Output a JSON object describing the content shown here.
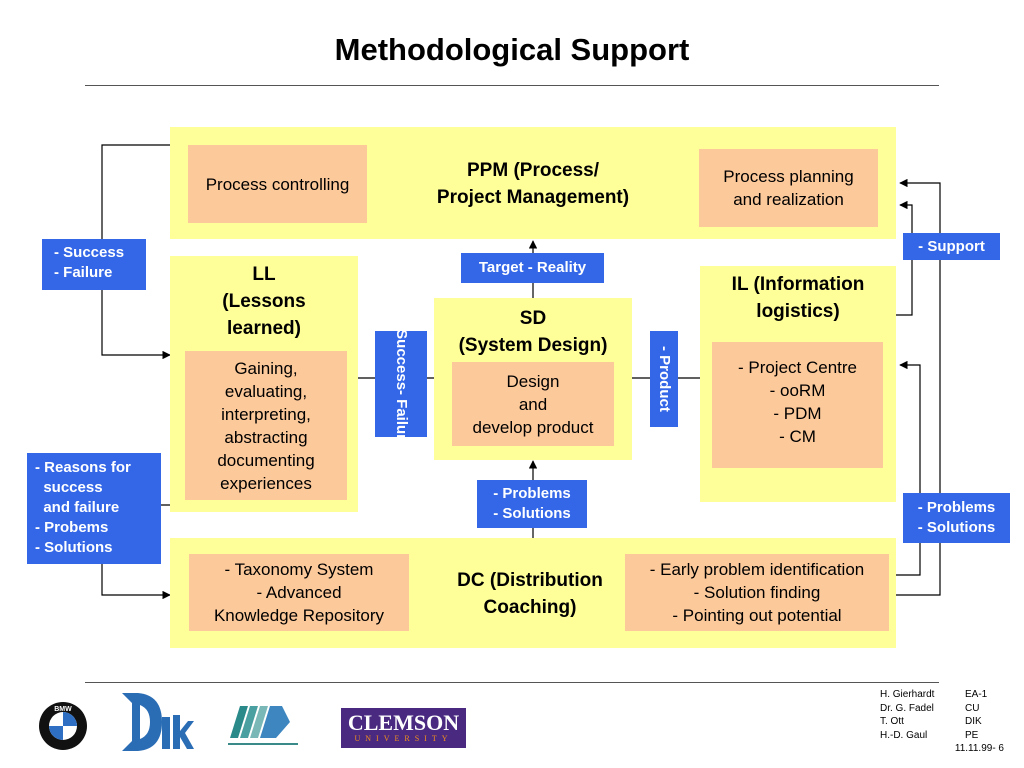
{
  "title": "Methodological Support",
  "ppm": {
    "heading": [
      "PPM (Process/",
      "Project Management)"
    ],
    "left_box": [
      "Process controlling"
    ],
    "right_box": [
      "Process planning",
      "and realization"
    ]
  },
  "ll": {
    "heading": [
      "LL",
      "(Lessons",
      "learned)"
    ],
    "box": [
      "Gaining,",
      "evaluating,",
      "interpreting,",
      "abstracting",
      "documenting",
      "experiences"
    ]
  },
  "sd": {
    "heading": [
      "SD",
      "(System Design)"
    ],
    "box": [
      "Design",
      "and",
      "develop product"
    ]
  },
  "il": {
    "heading": [
      "IL (Information",
      "logistics)"
    ],
    "box": [
      "- Project Centre",
      "- ooRM",
      "- PDM",
      "- CM"
    ]
  },
  "dc": {
    "heading": [
      "DC (Distribution",
      "Coaching)"
    ],
    "left_box": [
      "- Taxonomy System",
      "- Advanced",
      "Knowledge Repository"
    ],
    "right_box": [
      "- Early problem identification",
      "- Solution finding",
      "- Pointing out potential"
    ]
  },
  "labels": {
    "target_reality": "Target - Reality",
    "success_failure_left": [
      "- Success",
      "- Failure"
    ],
    "success_failure_vertical": [
      "- Success",
      "- Failure"
    ],
    "product_vertical": "- Product",
    "problems_solutions_center": [
      "- Problems",
      "- Solutions"
    ],
    "support": "- Support",
    "reasons": [
      "- Reasons for",
      "  success",
      "  and failure",
      "- Probems",
      "- Solutions"
    ],
    "problems_solutions_right": [
      "- Problems",
      "- Solutions"
    ]
  },
  "credits": {
    "names": [
      "H. Gierhardt",
      "Dr. G. Fadel",
      "T. Ott",
      "H.-D. Gaul"
    ],
    "codes": [
      "EA-1",
      "CU",
      "DIK",
      "PE"
    ],
    "page": "11.11.99- 6"
  },
  "logos": {
    "bmw": "BMW",
    "clemson": "CLEMSON",
    "clemson_sub": "UNIVERSITY"
  },
  "colors": {
    "yellow": "#ffff99",
    "tan": "#fcc99b",
    "blue": "#3367e8",
    "clemson": "#4a2a80"
  }
}
